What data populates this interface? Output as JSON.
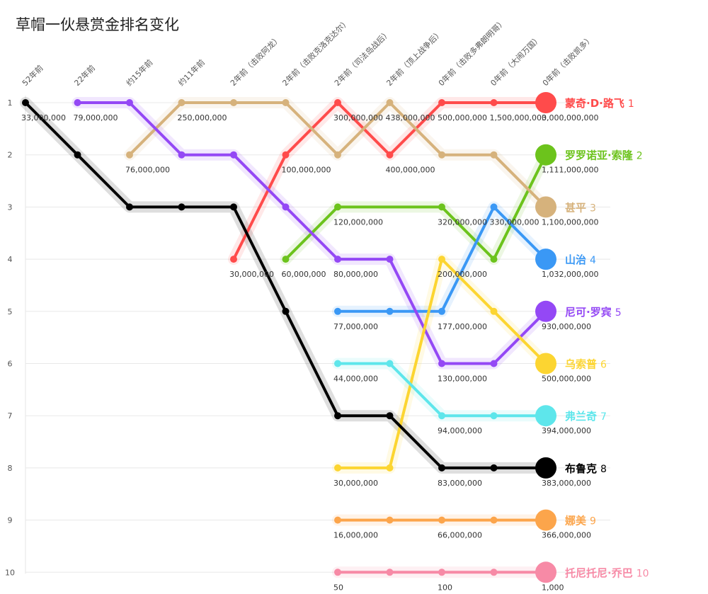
{
  "chart_data": {
    "type": "line",
    "title": "草帽一伙悬赏金排名变化",
    "x": [
      "52年前",
      "22年前",
      "约15年前",
      "约11年前",
      "2年前（击败阿龙）",
      "2年前（击败克洛克达尔）",
      "2年前（司法岛战后）",
      "2年前（顶上战争后）",
      "0年前（击败多弗朗明哥）",
      "0年前（大闹万国）",
      "0年前（击败凯多）"
    ],
    "y_ticks": [
      "1",
      "2",
      "3",
      "4",
      "5",
      "6",
      "7",
      "8",
      "9",
      "10"
    ],
    "y_axis": {
      "type": "rank",
      "reversed": true,
      "ylim": [
        1,
        10
      ]
    },
    "grid": true,
    "series": [
      {
        "name": "蒙奇·D·路飞",
        "rank_label": "1",
        "color": "#ff4b4b",
        "ranks": [
          null,
          null,
          null,
          null,
          4,
          2,
          1,
          2,
          1,
          1,
          1
        ],
        "bounties": [
          null,
          null,
          null,
          null,
          "30,000,000",
          "100,000,000",
          "300,000,000",
          "400,000,000",
          "500,000,000",
          "1,500,000,000",
          "3,000,000,000"
        ]
      },
      {
        "name": "罗罗诺亚·索隆",
        "rank_label": "2",
        "color": "#6cc31c",
        "ranks": [
          null,
          null,
          null,
          null,
          null,
          4,
          3,
          null,
          3,
          4,
          2
        ],
        "bounties": [
          null,
          null,
          null,
          null,
          null,
          "60,000,000",
          "120,000,000",
          null,
          "320,000,000",
          null,
          "1,111,000,000"
        ]
      },
      {
        "name": "甚平",
        "rank_label": "3",
        "color": "#d6b27c",
        "ranks": [
          null,
          null,
          2,
          1,
          1,
          1,
          2,
          1,
          2,
          2,
          3
        ],
        "bounties": [
          null,
          null,
          "76,000,000",
          "250,000,000",
          null,
          null,
          null,
          "438,000,000",
          null,
          null,
          "1,100,000,000"
        ]
      },
      {
        "name": "山治",
        "rank_label": "4",
        "color": "#3a98f5",
        "ranks": [
          null,
          null,
          null,
          null,
          null,
          null,
          5,
          5,
          5,
          3,
          4
        ],
        "bounties": [
          null,
          null,
          null,
          null,
          null,
          null,
          "77,000,000",
          null,
          "177,000,000",
          "330,000,000",
          "1,032,000,000"
        ]
      },
      {
        "name": "尼可·罗宾",
        "rank_label": "5",
        "color": "#9448f5",
        "ranks": [
          null,
          1,
          1,
          2,
          2,
          3,
          4,
          4,
          6,
          6,
          5
        ],
        "bounties": [
          null,
          "79,000,000",
          null,
          null,
          null,
          null,
          "80,000,000",
          null,
          "130,000,000",
          null,
          "930,000,000"
        ]
      },
      {
        "name": "乌索普",
        "rank_label": "6",
        "color": "#fcd531",
        "ranks": [
          null,
          null,
          null,
          null,
          null,
          null,
          8,
          8,
          4,
          5,
          6
        ],
        "bounties": [
          null,
          null,
          null,
          null,
          null,
          null,
          "30,000,000",
          null,
          "200,000,000",
          null,
          "500,000,000"
        ]
      },
      {
        "name": "弗兰奇",
        "rank_label": "7",
        "color": "#5ee6eb",
        "ranks": [
          null,
          null,
          null,
          null,
          null,
          null,
          6,
          6,
          7,
          7,
          7
        ],
        "bounties": [
          null,
          null,
          null,
          null,
          null,
          null,
          "44,000,000",
          null,
          "94,000,000",
          null,
          "394,000,000"
        ]
      },
      {
        "name": "布鲁克",
        "rank_label": "8",
        "color": "#000000",
        "ranks": [
          1,
          2,
          3,
          3,
          3,
          5,
          7,
          7,
          8,
          8,
          8
        ],
        "bounties": [
          "33,000,000",
          null,
          null,
          null,
          null,
          null,
          null,
          null,
          "83,000,000",
          null,
          "383,000,000"
        ]
      },
      {
        "name": "娜美",
        "rank_label": "9",
        "color": "#fca54b",
        "ranks": [
          null,
          null,
          null,
          null,
          null,
          null,
          9,
          9,
          9,
          9,
          9
        ],
        "bounties": [
          null,
          null,
          null,
          null,
          null,
          null,
          "16,000,000",
          null,
          "66,000,000",
          null,
          "366,000,000"
        ]
      },
      {
        "name": "托尼托尼·乔巴",
        "rank_label": "10",
        "color": "#f78aa6",
        "ranks": [
          null,
          null,
          null,
          null,
          null,
          null,
          10,
          10,
          10,
          10,
          10
        ],
        "bounties": [
          null,
          null,
          null,
          null,
          null,
          null,
          "50",
          null,
          "100",
          null,
          "1,000"
        ]
      }
    ]
  }
}
